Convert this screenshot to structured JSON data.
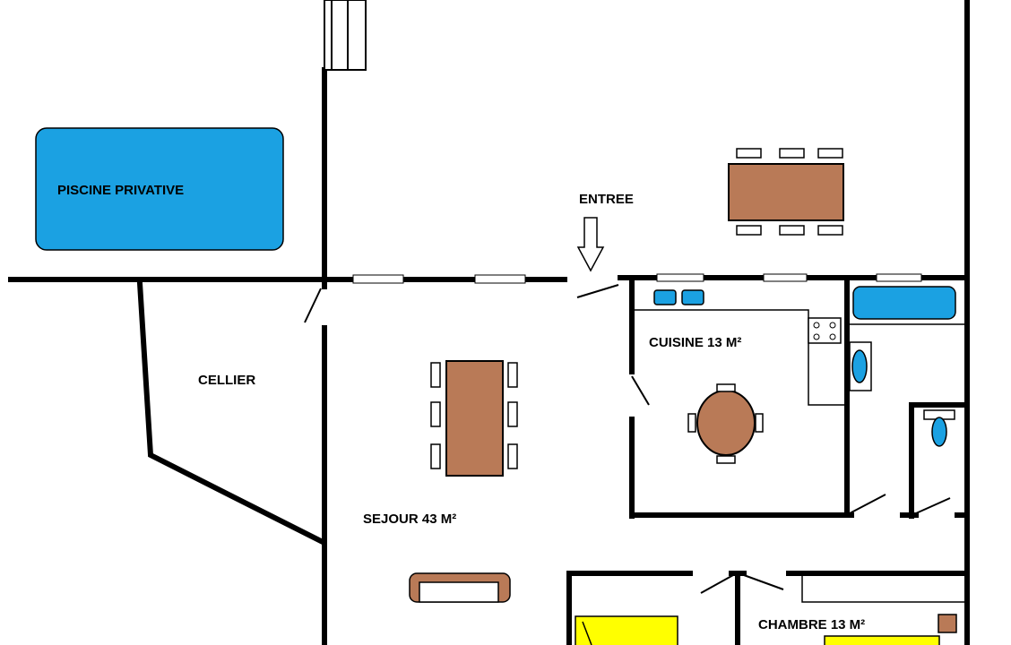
{
  "labels": {
    "pool": "PISCINE PRIVATIVE",
    "entrance": "ENTREE",
    "storeroom": "CELLIER",
    "kitchen": "CUISINE 13 M²",
    "living": "SEJOUR 43 M²",
    "bedroom": "CHAMBRE 13 M²"
  },
  "colors": {
    "pool": "#1ba1e2",
    "table": "#b97a57",
    "bed": "#ffff00",
    "wall": "#000000",
    "fixture": "#1ba1e2"
  }
}
